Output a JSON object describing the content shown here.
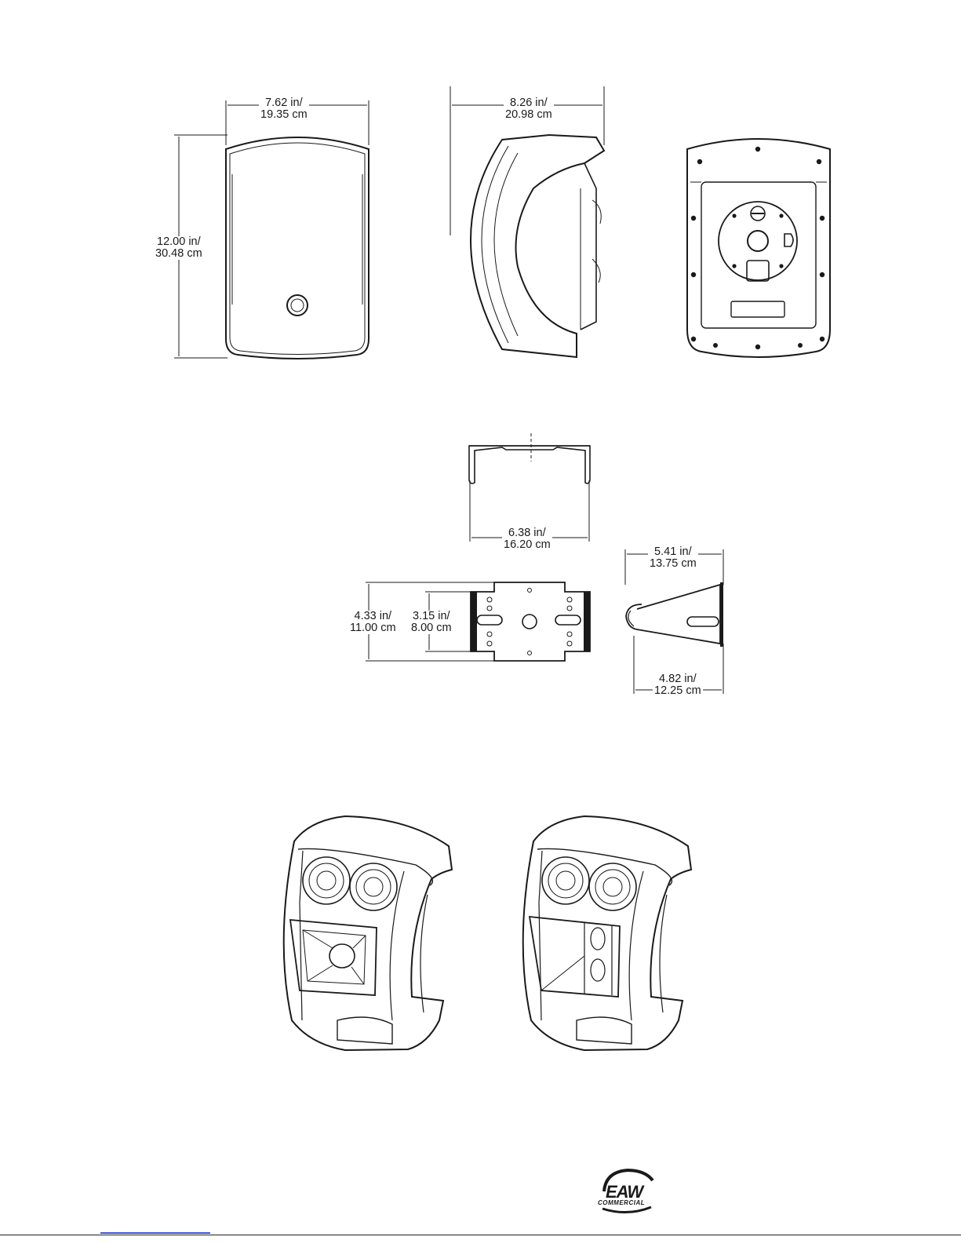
{
  "views": {
    "front": {
      "width": "7.62 in/\n19.35 cm",
      "height": "12.00 in/\n30.48 cm"
    },
    "side": {
      "depth": "8.26 in/\n20.98 cm"
    },
    "bracket_top": {
      "width": "6.38 in/\n16.20 cm"
    },
    "bracket_plate": {
      "outer_height": "4.33 in/\n11.00 cm",
      "inner_height": "3.15 in/\n8.00 cm"
    },
    "bracket_side": {
      "top_length": "5.41 in/\n13.75 cm",
      "bottom_length": "4.82 in/\n12.25 cm"
    }
  },
  "logo": {
    "brand": "EAW",
    "sub": "COMMERCIAL"
  },
  "colors": {
    "line": "#1a1a1a",
    "link": "#3b55d9"
  }
}
